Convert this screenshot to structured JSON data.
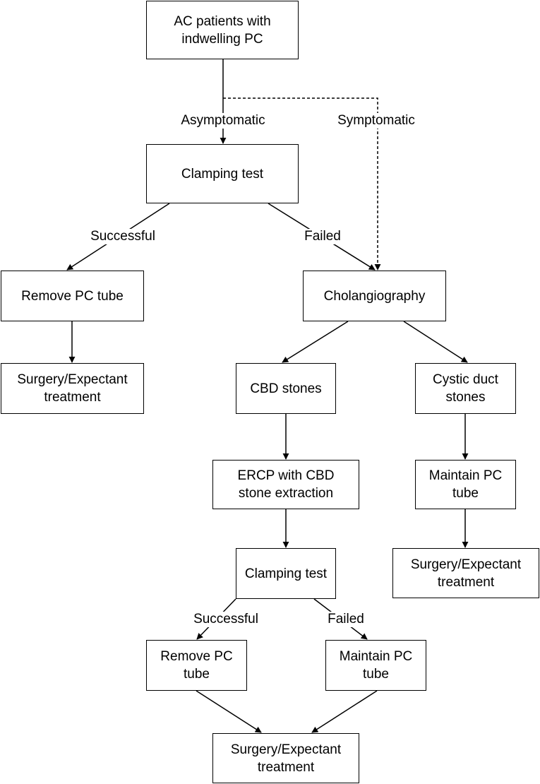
{
  "nodes": {
    "ac_patients": {
      "line1": "AC patients with",
      "line2": "indwelling PC"
    },
    "clamping_test_1": "Clamping test",
    "remove_pc_tube_1": "Remove PC tube",
    "surgery_1": {
      "line1": "Surgery/Expectant",
      "line2": "treatment"
    },
    "cholangiography": "Cholangiography",
    "cbd_stones": "CBD stones",
    "cystic_duct_stones": {
      "line1": "Cystic duct",
      "line2": "stones"
    },
    "ercp": {
      "line1": "ERCP with CBD",
      "line2": "stone extraction"
    },
    "maintain_pc_tube_1": {
      "line1": "Maintain PC",
      "line2": "tube"
    },
    "clamping_test_2": "Clamping test",
    "surgery_2": {
      "line1": "Surgery/Expectant",
      "line2": "treatment"
    },
    "remove_pc_tube_2": {
      "line1": "Remove PC",
      "line2": "tube"
    },
    "maintain_pc_tube_2": {
      "line1": "Maintain PC",
      "line2": "tube"
    },
    "surgery_3": {
      "line1": "Surgery/Expectant",
      "line2": "treatment"
    }
  },
  "edge_labels": {
    "asymptomatic": "Asymptomatic",
    "symptomatic": "Symptomatic",
    "successful_1": "Successful",
    "failed_1": "Failed",
    "successful_2": "Successful",
    "failed_2": "Failed"
  }
}
